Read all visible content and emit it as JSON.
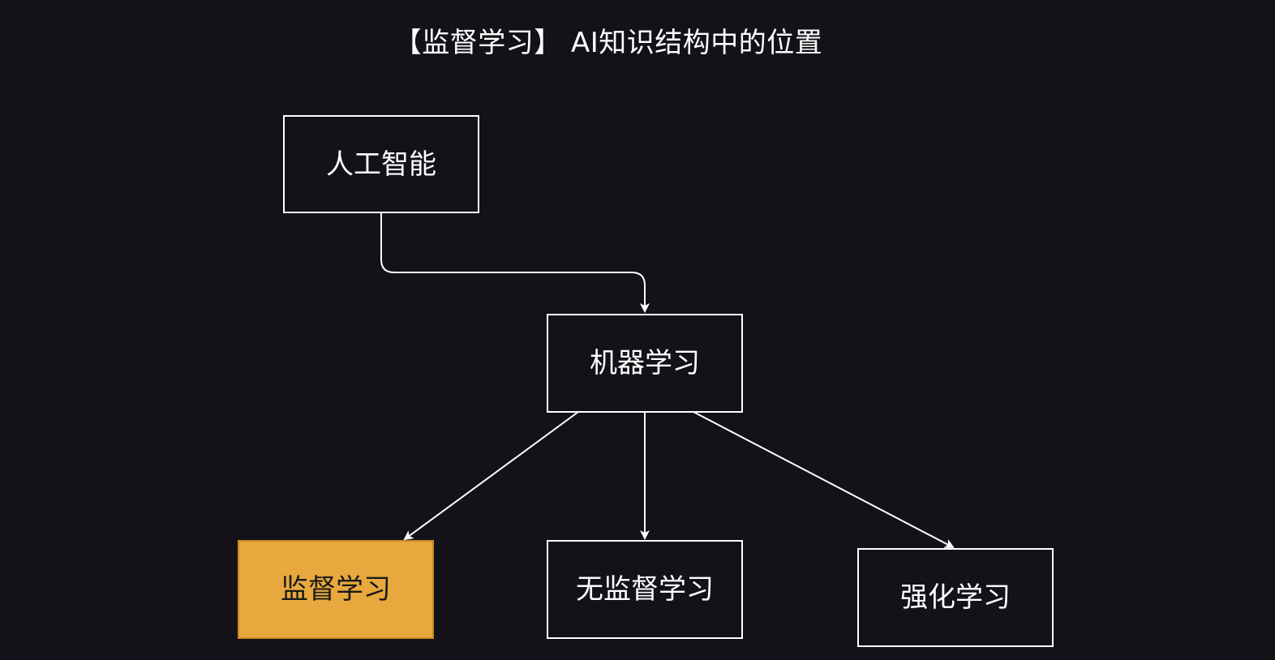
{
  "title": "【监督学习】 AI知识结构中的位置",
  "nodes": {
    "ai": {
      "label": "人工智能"
    },
    "ml": {
      "label": "机器学习"
    },
    "supervised": {
      "label": "监督学习"
    },
    "unsupervised": {
      "label": "无监督学习"
    },
    "reinforcement": {
      "label": "强化学习"
    }
  },
  "colors": {
    "background": "#141218",
    "stroke": "#ffffff",
    "highlight_fill": "#E8A83E",
    "highlight_stroke": "#C98A20",
    "text": "#ffffff",
    "highlight_text": "#1a1a1a"
  }
}
